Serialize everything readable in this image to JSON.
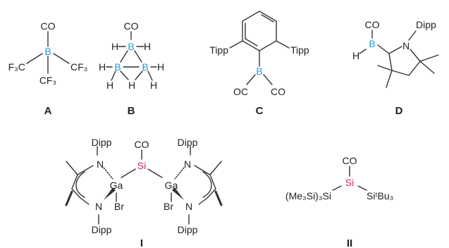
{
  "colors": {
    "boron": "#1e9bd7",
    "silicon": "#d6275a",
    "bond": "#333333",
    "text": "#222222"
  },
  "A": {
    "co": "CO",
    "b": "B",
    "cf3_left": "F₃C",
    "cf3_right": "CF₃",
    "cf3_bottom": "CF₃",
    "caption": "A"
  },
  "B": {
    "co": "CO",
    "b": "B",
    "h": "H",
    "caption": "B"
  },
  "C": {
    "tipp": "Tipp",
    "b": "B",
    "co": "CO",
    "oc": "OC",
    "caption": "C"
  },
  "D": {
    "co": "CO",
    "h": "H",
    "b": "B",
    "n": "N",
    "dipp": "Dipp",
    "caption": "D"
  },
  "I": {
    "co": "CO",
    "si": "Si",
    "n": "N",
    "ga": "Ga",
    "br": "Br",
    "dipp": "Dipp",
    "caption": "I"
  },
  "II": {
    "co": "CO",
    "si": "Si",
    "left": "(Me₃Si)₃Si",
    "right": "SiᵗBu₃",
    "caption": "II"
  }
}
